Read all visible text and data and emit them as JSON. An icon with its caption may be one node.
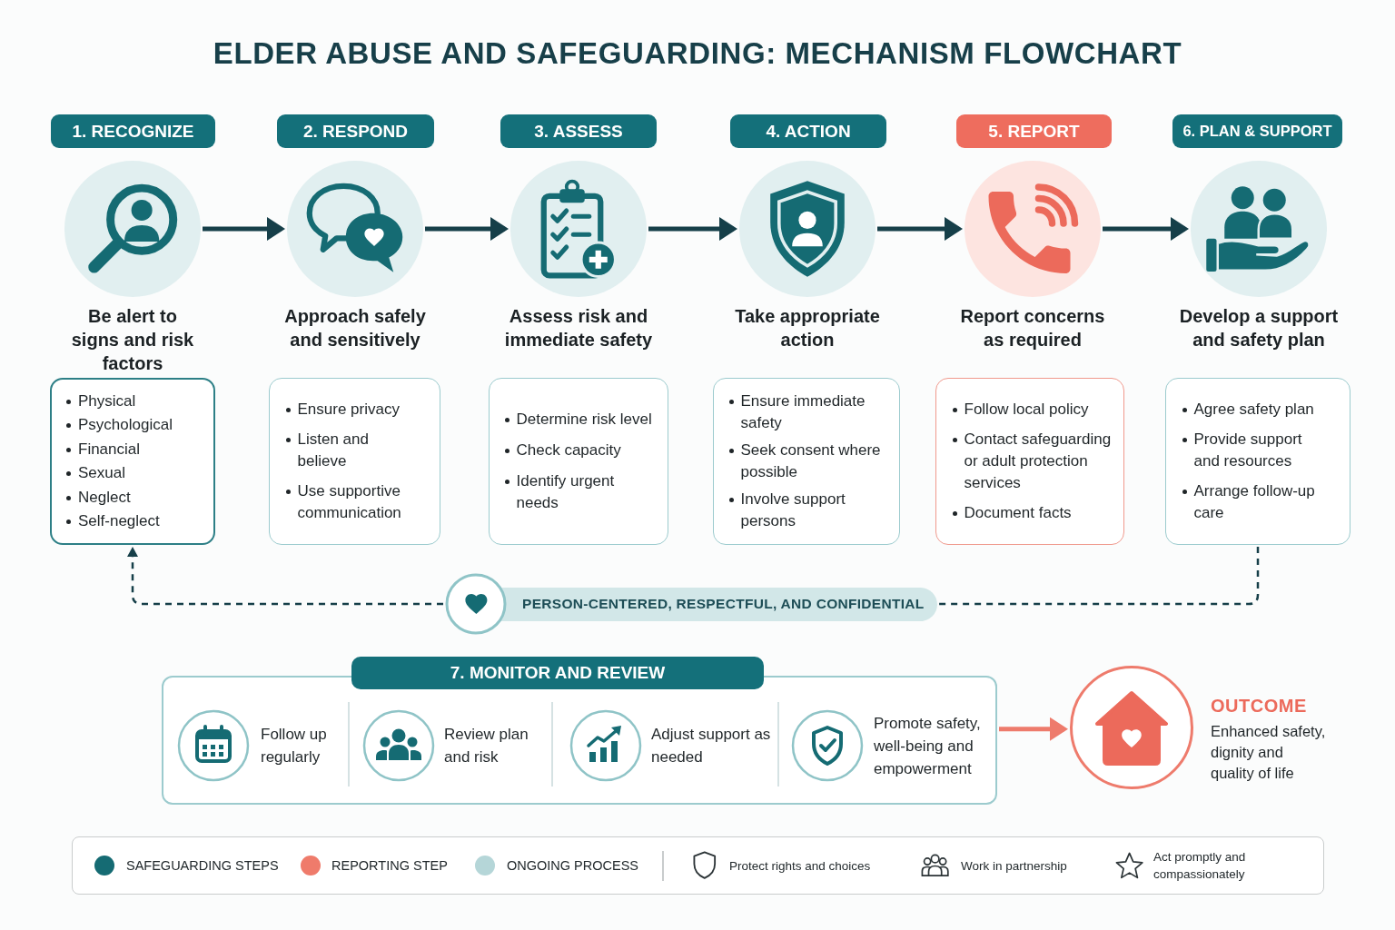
{
  "diagram": {
    "title": "ELDER ABUSE AND SAFEGUARDING: MECHANISM FLOWCHART",
    "nodes": [
      {
        "text": [
          "1. RECOGNIZE"
        ]
      },
      {
        "text": [],
        "shape": "circle",
        "beside": [
          "Be alert to signs and risk factors"
        ]
      },
      {
        "text": [
          "Physical",
          "Psychological",
          "Financial",
          "Sexual",
          "Neglect",
          "Self-neglect"
        ]
      },
      {
        "text": [
          "2. RESPOND"
        ]
      },
      {
        "text": [],
        "shape": "circle",
        "beside": [
          "Approach safely and sensitively"
        ]
      },
      {
        "text": [
          "Ensure privacy",
          "Listen and believe",
          "Use supportive communication"
        ]
      },
      {
        "text": [
          "3. ASSESS"
        ]
      },
      {
        "text": [],
        "shape": "circle",
        "beside": [
          "Assess risk and immediate safety"
        ]
      },
      {
        "text": [
          "Determine risk level",
          "Check capacity",
          "Identify urgent needs"
        ]
      },
      {
        "text": [
          "4. ACTION"
        ]
      },
      {
        "text": [],
        "shape": "circle",
        "beside": [
          "Take appropriate action"
        ]
      },
      {
        "text": [
          "Ensure immediate safety",
          "Seek consent where possible",
          "Involve support persons"
        ]
      },
      {
        "text": [
          "5. REPORT"
        ]
      },
      {
        "text": [],
        "shape": "circle",
        "beside": [
          "Report concerns as required"
        ]
      },
      {
        "text": [
          "Follow local policy",
          "Contact safeguarding or adult protection services",
          "Document facts"
        ]
      },
      {
        "text": [
          "6. PLAN & SUPPORT"
        ]
      },
      {
        "text": [],
        "shape": "circle",
        "beside": [
          "Develop a support and safety plan"
        ]
      },
      {
        "text": [
          "Agree safety plan",
          "Provide support and resources",
          "Arrange follow-up care"
        ]
      },
      {
        "text": [
          "PERSON-CENTERED, RESPECTFUL, AND CONFIDENTIAL"
        ]
      },
      {
        "text": [
          "7. MONITOR AND REVIEW",
          "Follow up regularly",
          "Review plan and risk",
          "Adjust support as needed",
          "Promote safety, well-being and empowerment"
        ]
      },
      {
        "text": [],
        "shape": "circle",
        "beside": [
          "OUTCOME",
          "Enhanced safety, dignity and quality of life"
        ]
      }
    ],
    "edges": [
      {
        "from": 1,
        "to": 4,
        "arrow": "to"
      },
      {
        "from": 4,
        "to": 7,
        "arrow": "to"
      },
      {
        "from": 7,
        "to": 10,
        "arrow": "to"
      },
      {
        "from": 10,
        "to": 13,
        "arrow": "to"
      },
      {
        "from": 13,
        "to": 16,
        "arrow": "to"
      },
      {
        "from": 17,
        "to": 18,
        "arrow": "none",
        "style": "dashed"
      },
      {
        "from": 18,
        "to": 2,
        "arrow": "to",
        "style": "dashed"
      },
      {
        "from": 19,
        "to": 20,
        "arrow": "to",
        "color": "#ee7b6c"
      }
    ],
    "legend": [
      {
        "text": "SAFEGUARDING STEPS",
        "color": "#156b73"
      },
      {
        "text": "REPORTING STEP",
        "color": "#ef7b6b"
      },
      {
        "text": "ONGOING PROCESS",
        "color": "#b5d6d8"
      },
      {
        "text": "Protect rights and choices"
      },
      {
        "text": "Work in partnership"
      },
      {
        "text": "Act promptly and compassionately"
      }
    ]
  }
}
